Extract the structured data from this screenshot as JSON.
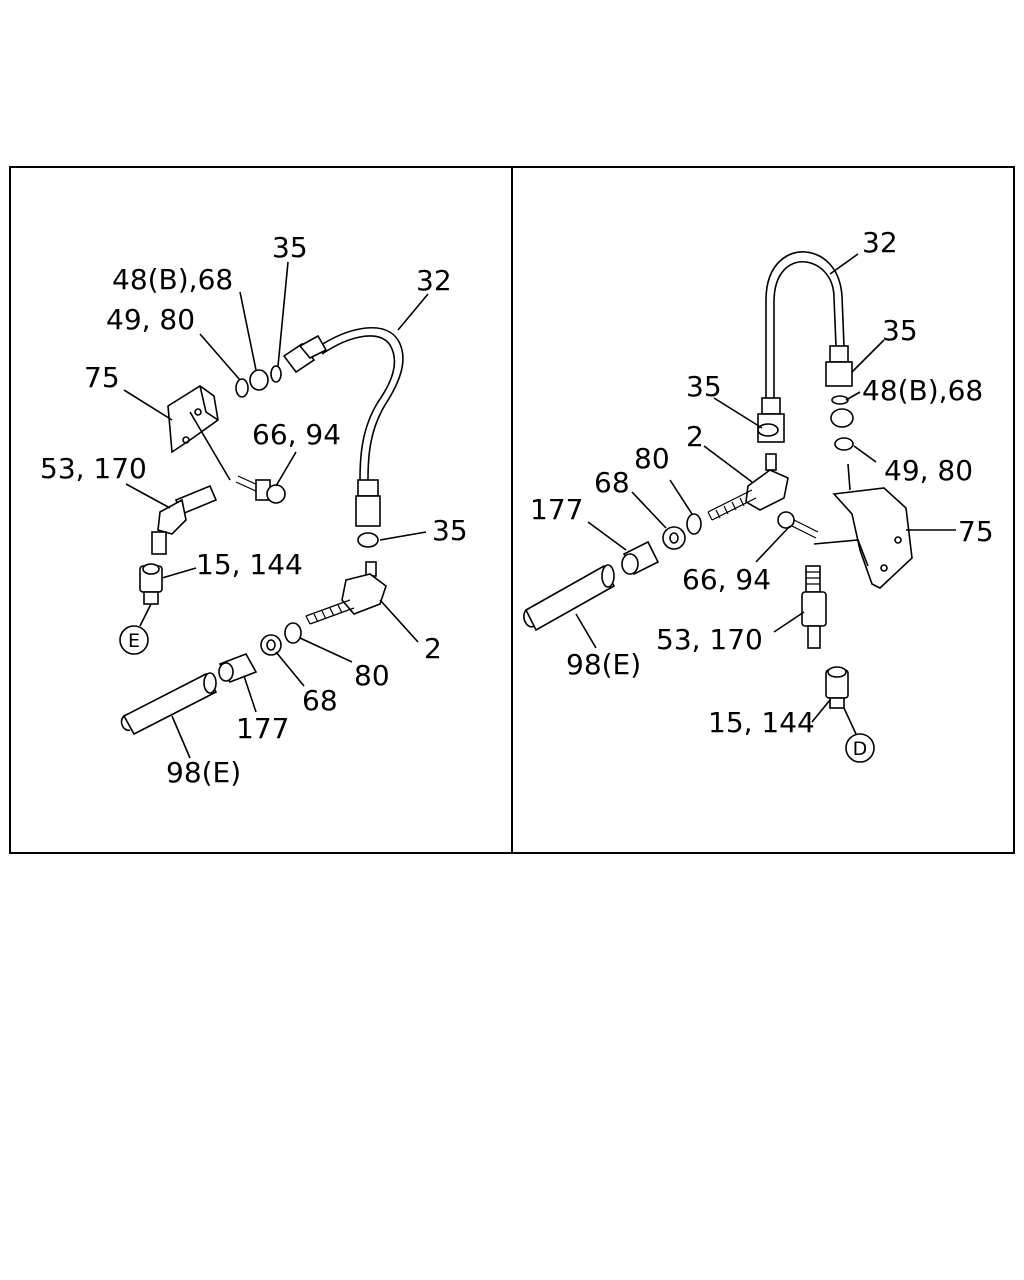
{
  "left_panel": {
    "labels": {
      "l35_top": "35",
      "l48b68": "48(B),68",
      "l4980": "49, 80",
      "l32": "32",
      "l75": "75",
      "l6694": "66, 94",
      "l53170": "53, 170",
      "l35_mid": "35",
      "l15144": "15, 144",
      "l2": "2",
      "l80": "80",
      "l68": "68",
      "l177": "177",
      "l98e": "98(E)"
    },
    "connector": "E"
  },
  "right_panel": {
    "labels": {
      "r32": "32",
      "r35_right": "35",
      "r48b68": "48(B),68",
      "r35_left": "35",
      "r2": "2",
      "r4980": "49, 80",
      "r80": "80",
      "r68": "68",
      "r177": "177",
      "r75": "75",
      "r6694": "66, 94",
      "r53170": "53, 170",
      "r98e": "98(E)",
      "r15144": "15, 144"
    },
    "connector": "D"
  }
}
